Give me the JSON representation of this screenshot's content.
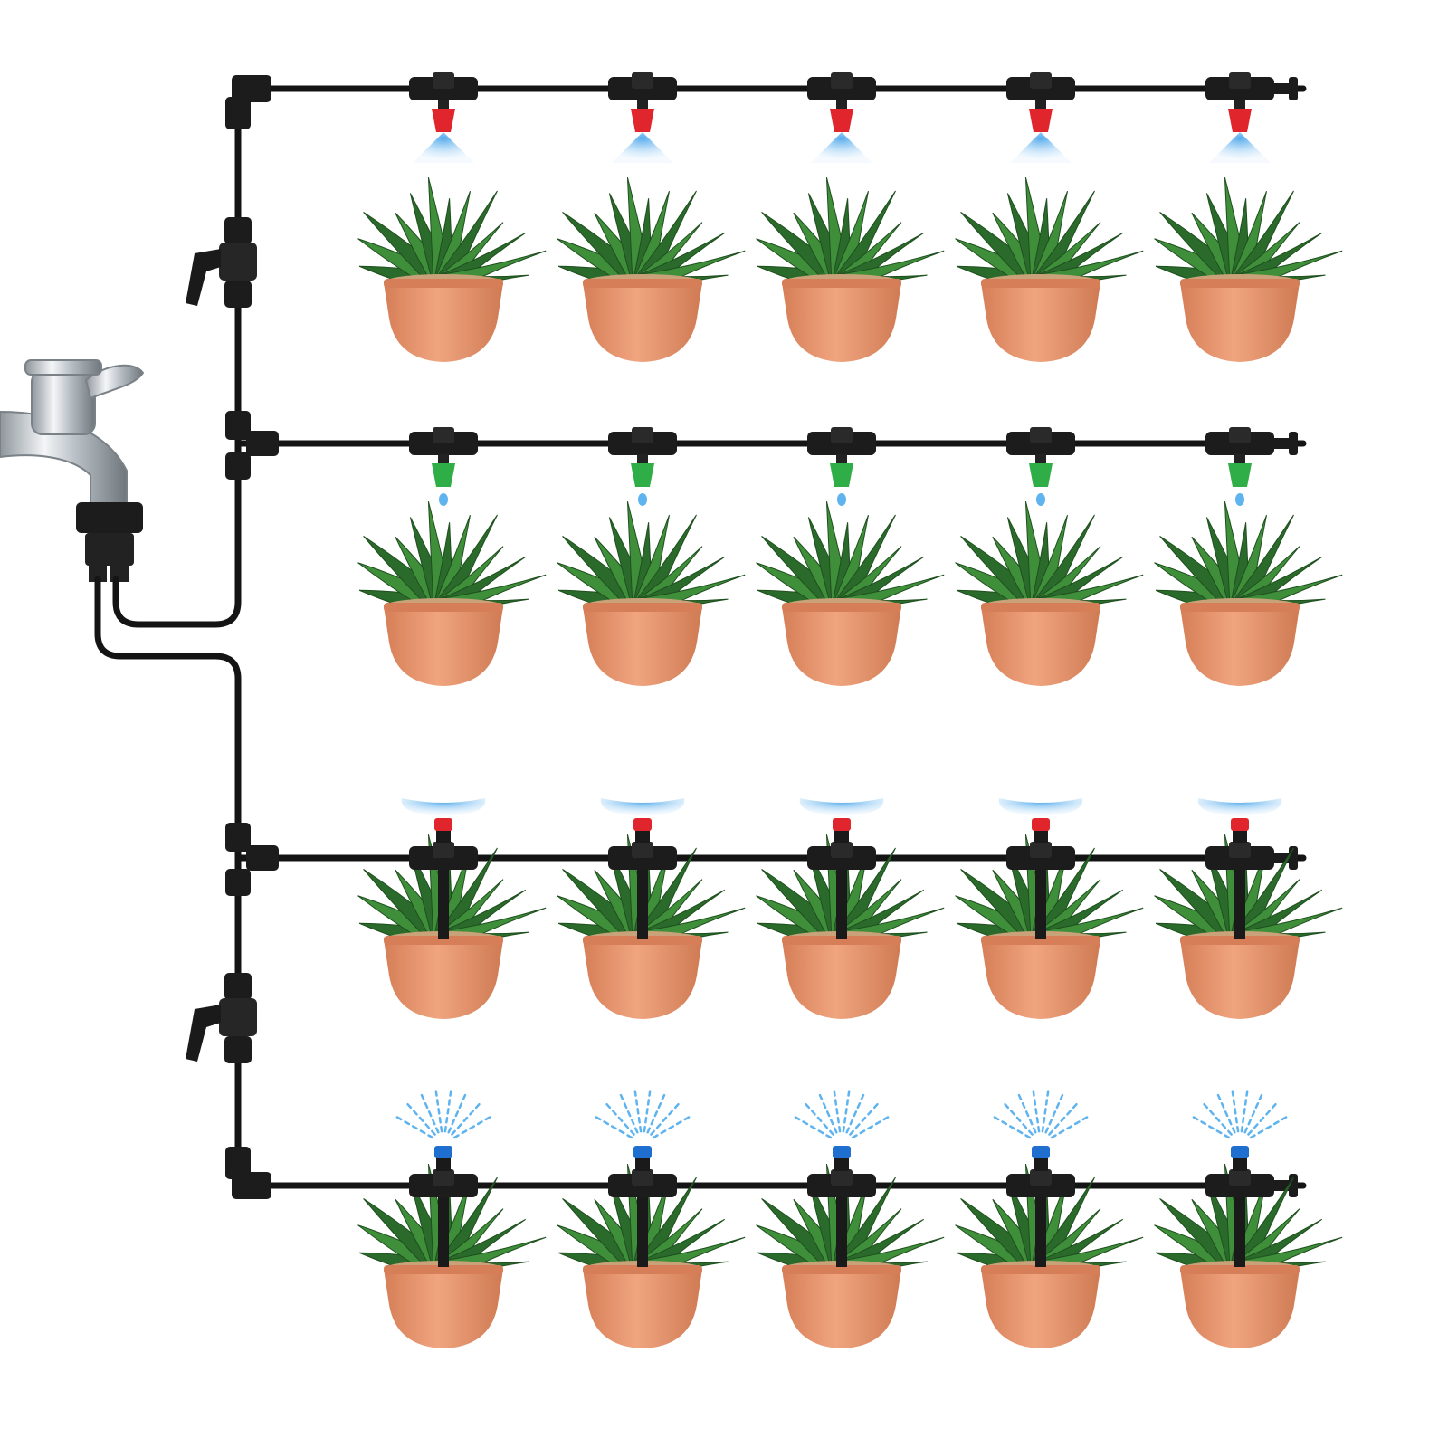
{
  "rows": [
    {
      "emitter": "mist-nozzle-top",
      "emitter_color": "#e0262c",
      "pot_count": 5
    },
    {
      "emitter": "drip-emitter-top",
      "emitter_color": "#2fae48",
      "pot_count": 5
    },
    {
      "emitter": "stake-mist-sprayer",
      "emitter_color": "#e0262c",
      "pot_count": 5
    },
    {
      "emitter": "stake-jet-sprayer",
      "emitter_color": "#1f6fd1",
      "pot_count": 5
    }
  ],
  "valves": {
    "count": 2
  },
  "colors": {
    "tube": "#141414",
    "fitting": "#1c1c1c",
    "pot": "#e9956d",
    "pot_dark": "#d67e57",
    "leaf": "#3f8f3a",
    "leaf_dark": "#2a6a2a",
    "water": "#5fb4ef",
    "chrome": "#c9ced3"
  }
}
